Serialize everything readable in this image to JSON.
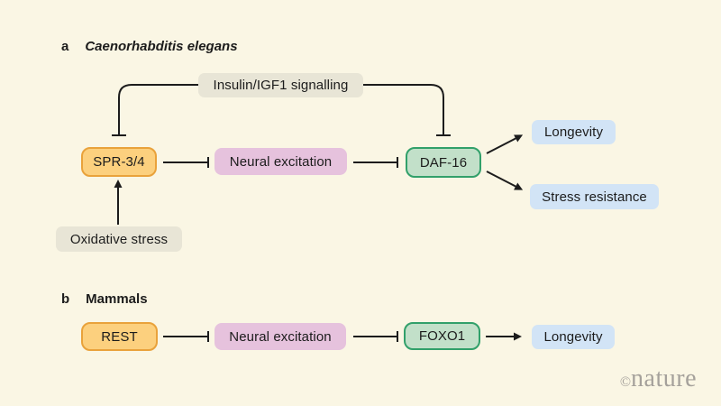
{
  "figure": {
    "background": "#FAF6E4",
    "line_color": "#1C1C1C"
  },
  "panel_a": {
    "label": "a",
    "title": "Caenorhabditis elegans",
    "boxes": {
      "insulin": "Insulin/IGF1 signalling",
      "spr34": "SPR-3/4",
      "neural": "Neural excitation",
      "daf16": "DAF-16",
      "longevity": "Longevity",
      "stress": "Stress resistance",
      "oxidative": "Oxidative stress"
    }
  },
  "panel_b": {
    "label": "b",
    "title": "Mammals",
    "boxes": {
      "rest": "REST",
      "neural": "Neural excitation",
      "foxo1": "FOXO1",
      "longevity": "Longevity"
    }
  },
  "edges": [
    {
      "panel": "a",
      "from": "Insulin/IGF1 signalling",
      "to": "SPR-3/4",
      "type": "inhibition"
    },
    {
      "panel": "a",
      "from": "Insulin/IGF1 signalling",
      "to": "DAF-16",
      "type": "inhibition"
    },
    {
      "panel": "a",
      "from": "SPR-3/4",
      "to": "Neural excitation",
      "type": "inhibition"
    },
    {
      "panel": "a",
      "from": "Neural excitation",
      "to": "DAF-16",
      "type": "inhibition"
    },
    {
      "panel": "a",
      "from": "Oxidative stress",
      "to": "SPR-3/4",
      "type": "activation"
    },
    {
      "panel": "a",
      "from": "DAF-16",
      "to": "Longevity",
      "type": "activation"
    },
    {
      "panel": "a",
      "from": "DAF-16",
      "to": "Stress resistance",
      "type": "activation"
    },
    {
      "panel": "b",
      "from": "REST",
      "to": "Neural excitation",
      "type": "inhibition"
    },
    {
      "panel": "b",
      "from": "Neural excitation",
      "to": "FOXO1",
      "type": "inhibition"
    },
    {
      "panel": "b",
      "from": "FOXO1",
      "to": "Longevity",
      "type": "activation"
    }
  ],
  "colors": {
    "context_box_fill": "#E8E5D6",
    "gene_box_fill": "#FCD07E",
    "gene_box_border": "#E9A23B",
    "process_box_fill": "#E6C2DD",
    "tf_box_fill": "#C2E0C9",
    "tf_box_border": "#31A06A",
    "outcome_box_fill": "#D2E4F6"
  },
  "watermark": {
    "copyright": "©",
    "brand": "nature",
    "color": "#A5A19B"
  }
}
